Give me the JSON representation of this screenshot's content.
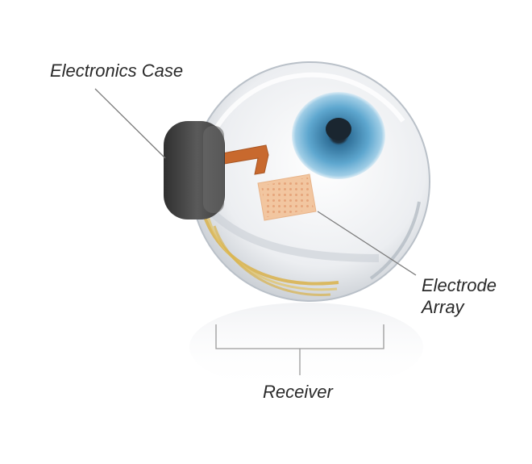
{
  "labels": {
    "electronics_case": "Electronics Case",
    "electrode_array_line1": "Electrode",
    "electrode_array_line2": "Array",
    "receiver": "Receiver"
  },
  "colors": {
    "sclera": "#e9ebee",
    "iris": "#5a9fc8",
    "pupil": "#1a2630",
    "case": "#4a4a4a",
    "cable": "#c8692e",
    "array": "#f2c6a0",
    "receiver_coil": "#d9b24a",
    "leader_line": "#7a7a7a"
  },
  "icons": [
    "eyeball-illustration",
    "iris-icon",
    "electronics-case-icon",
    "electrode-array-icon",
    "receiver-coil-icon"
  ]
}
